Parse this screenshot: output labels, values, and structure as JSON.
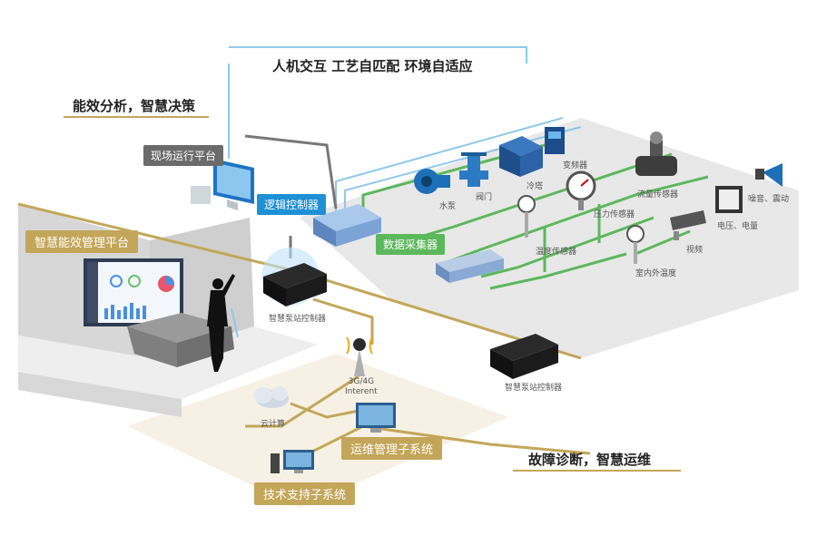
{
  "headlines": {
    "top": "人机交互   工艺自匹配   环境自适应",
    "left": "能效分析，智慧决策",
    "bottom": "故障诊断，智慧运维"
  },
  "labels": {
    "field_platform": "现场运行平台",
    "logic_controller": "逻辑控制器",
    "data_collector": "数据采集器",
    "energy_platform": "智慧能效管理平台",
    "pump_controller_1": "智慧泵站控制器",
    "pump_controller_2": "智慧泵站控制器",
    "network": "3G/4G\nInterent",
    "cloud": "云计算",
    "ops_subsystem": "运维管理子系统",
    "tech_subsystem": "技术支持子系统"
  },
  "equipment": {
    "water_pump": "水泵",
    "valve": "阀门",
    "cooling_tower": "冷塔",
    "inverter": "变频器",
    "flow_sensor": "流量传感器",
    "pressure_sensor": "压力传感器",
    "temp_sensor": "温度传感器",
    "noise_vibration": "噪音、震动",
    "voltage_current": "电压、电量",
    "video": "视频",
    "indoor_outdoor_temp": "室内外温度"
  },
  "colors": {
    "gold": "#c3a659",
    "green": "#5cb85c",
    "blue": "#1e90d6",
    "light_blue_line": "#8ec9ea",
    "gray_line": "#777777",
    "floor": "#e9e9e9"
  }
}
